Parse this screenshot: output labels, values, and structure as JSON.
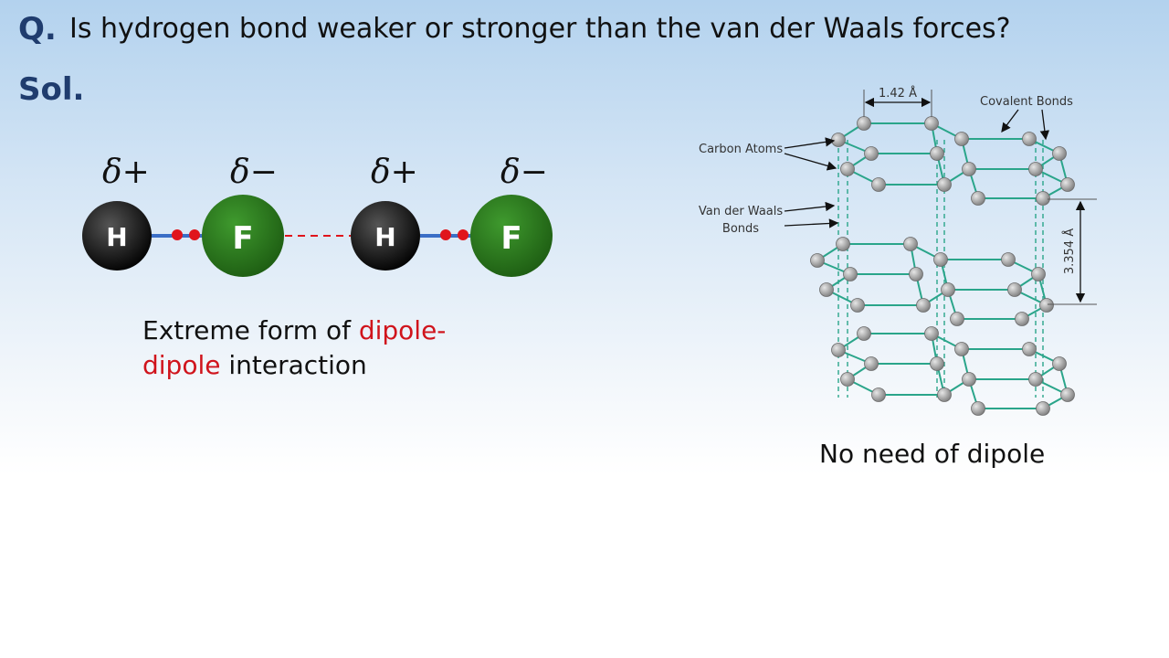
{
  "header": {
    "q_label": "Q.",
    "question": "Is hydrogen bond weaker or stronger than the van der Waals forces?",
    "sol_label": "Sol."
  },
  "left_diagram": {
    "charges": [
      "δ+",
      "δ−",
      "δ+",
      "δ−"
    ],
    "atoms": [
      "H",
      "F",
      "H",
      "F"
    ],
    "caption_part1": "Extreme form of ",
    "caption_red1": "dipole-",
    "caption_red2": "dipole",
    "caption_part2": " interaction"
  },
  "right_diagram": {
    "bond_length_label": "1.42 Å",
    "covalent_label": "Covalent Bonds",
    "carbon_label": "Carbon Atoms",
    "vdw_label_line1": "Van der Waals",
    "vdw_label_line2": "Bonds",
    "layer_spacing_label": "3.354 Å",
    "caption": "No need of dipole"
  },
  "colors": {
    "title_blue": "#1f3c6e",
    "highlight_red": "#d0141c",
    "hydrogen": "#111111",
    "fluorine": "#2a7a1e",
    "bond_teal": "#2aa58a",
    "carbon_gray": "#9a9a9a"
  }
}
